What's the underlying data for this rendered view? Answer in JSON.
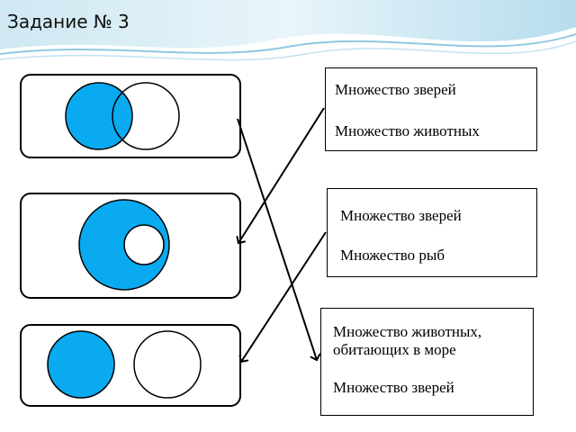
{
  "title": "Задание № 3",
  "boxes": [
    {
      "line1": "Множество зверей",
      "line2": "Множество животных"
    },
    {
      "line1": "Множество зверей",
      "line2": "Множество рыб"
    },
    {
      "line1": "Множество животных,",
      "line1b": "обитающих в море",
      "line2": "Множество зверей"
    }
  ],
  "colors": {
    "fill": "#0aaaf0",
    "stroke": "#000000"
  }
}
